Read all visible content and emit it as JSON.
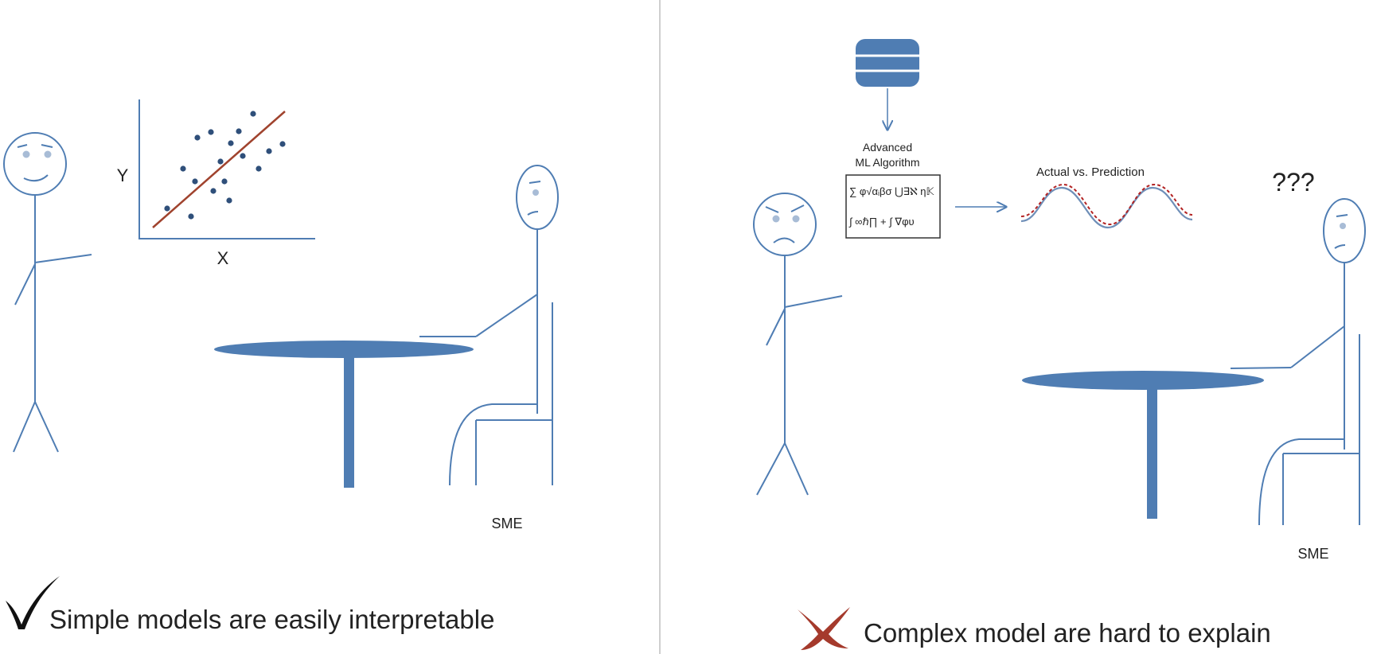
{
  "colors": {
    "line": "#4f7db3",
    "table": "#4f7db3",
    "trend": "#a0432e",
    "dots": "#2f4f7a",
    "check": "#111111",
    "cross": "#a53a2c",
    "divider": "#cfcfcf",
    "prediction": "#b22222"
  },
  "left_panel": {
    "scatter": {
      "y_label": "Y",
      "x_label": "X"
    },
    "sme_label": "SME",
    "caption": "Simple models are easily interpretable",
    "caption_icon": "checkmark-icon"
  },
  "right_panel": {
    "database_icon": "database-icon",
    "algorithm": {
      "title_line1": "Advanced",
      "title_line2": "ML Algorithm",
      "formula_line1": "∑ φ√αᵢβσ ⋃∃ℵ η𝕂",
      "formula_line2": "∫ ∞ℏ∏ + ∫ ∇φυ"
    },
    "chart_title": "Actual vs. Prediction",
    "confusion": "???",
    "sme_label": "SME",
    "caption": "Complex model are hard to explain",
    "caption_icon": "cross-icon"
  }
}
